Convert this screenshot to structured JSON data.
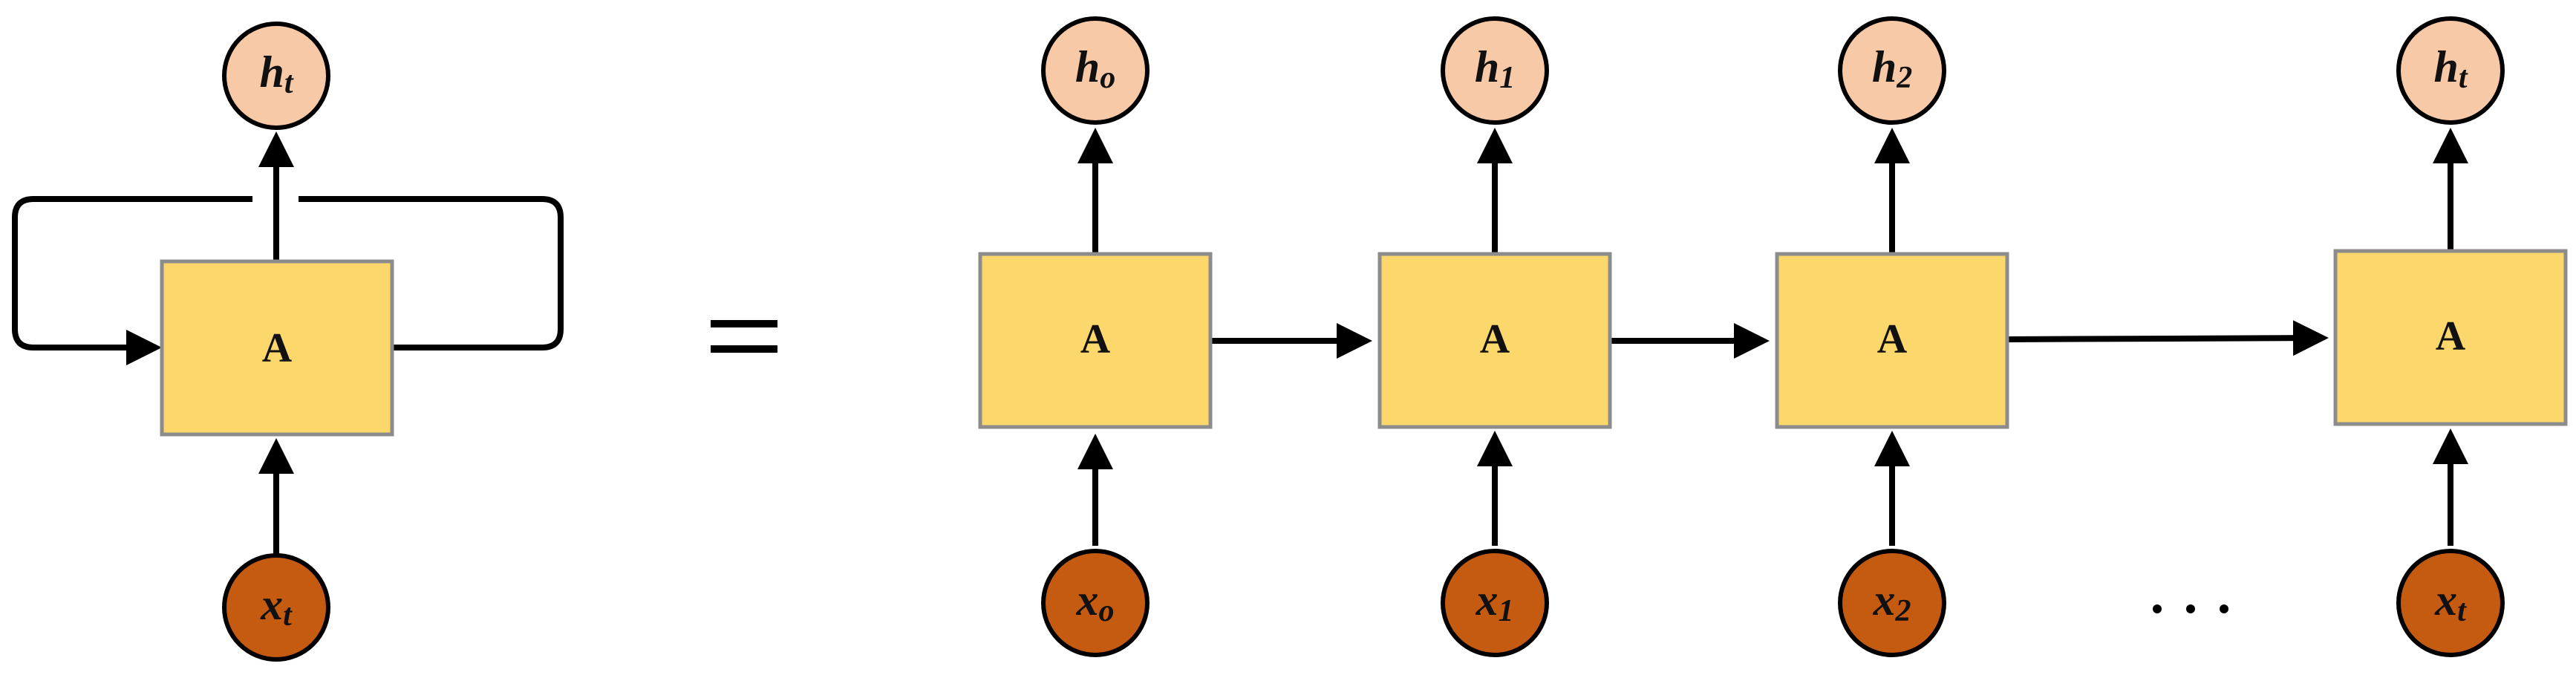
{
  "colors": {
    "cell_fill": "#FCD76B",
    "cell_stroke": "#8C8C8C",
    "output_fill": "#F8C9A7",
    "input_fill": "#C55A11",
    "node_stroke": "#000000",
    "arrow": "#000000"
  },
  "folded": {
    "cell_label": "A",
    "output": {
      "base": "h",
      "sub": "t"
    },
    "input": {
      "base": "x",
      "sub": "t"
    }
  },
  "equals_sign": "=",
  "unrolled": [
    {
      "cell_label": "A",
      "output": {
        "base": "h",
        "sub": "o"
      },
      "input": {
        "base": "x",
        "sub": "o"
      }
    },
    {
      "cell_label": "A",
      "output": {
        "base": "h",
        "sub": "1"
      },
      "input": {
        "base": "x",
        "sub": "1"
      }
    },
    {
      "cell_label": "A",
      "output": {
        "base": "h",
        "sub": "2"
      },
      "input": {
        "base": "x",
        "sub": "2"
      }
    },
    {
      "cell_label": "A",
      "output": {
        "base": "h",
        "sub": "t"
      },
      "input": {
        "base": "x",
        "sub": "t"
      }
    }
  ],
  "ellipsis": "..."
}
